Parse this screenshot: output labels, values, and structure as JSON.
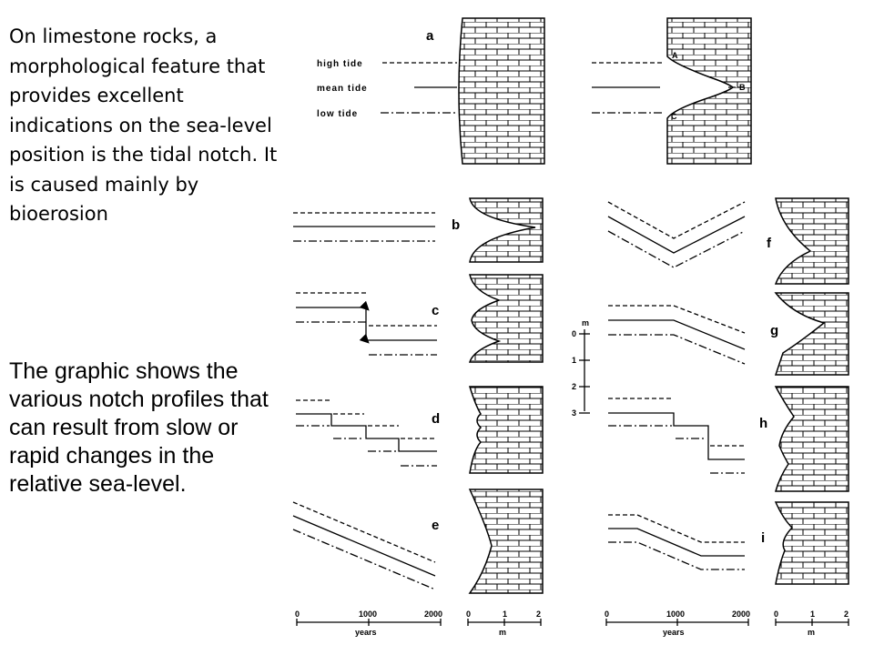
{
  "text": {
    "para1": "On limestone rocks, a morphological feature that provides excellent indications on the sea-level position is the tidal notch. It is caused mainly by bioerosion",
    "para2": "The graphic shows the various notch profiles that can result from slow or rapid changes in the relative sea-level."
  },
  "diagram": {
    "tide_labels": {
      "high": "high tide",
      "mean": "mean tide",
      "low": "low tide"
    },
    "point_labels": {
      "A": "A",
      "B": "B",
      "C": "C"
    },
    "panel_labels": {
      "a": "a",
      "b": "b",
      "c": "c",
      "d": "d",
      "e": "e",
      "f": "f",
      "g": "g",
      "h": "h",
      "i": "i"
    },
    "depth_scale": {
      "unit": "m",
      "ticks": [
        "0",
        "1",
        "2",
        "3"
      ]
    },
    "years_axis_left": {
      "ticks": [
        "0",
        "1000",
        "2000"
      ],
      "label": "years"
    },
    "years_axis_right": {
      "ticks": [
        "0",
        "1000",
        "2000"
      ],
      "label": "years"
    },
    "m_axis_left": {
      "ticks": [
        "0",
        "1",
        "2"
      ],
      "label": "m"
    },
    "m_axis_right": {
      "ticks": [
        "0",
        "1",
        "2"
      ],
      "label": "m"
    }
  }
}
